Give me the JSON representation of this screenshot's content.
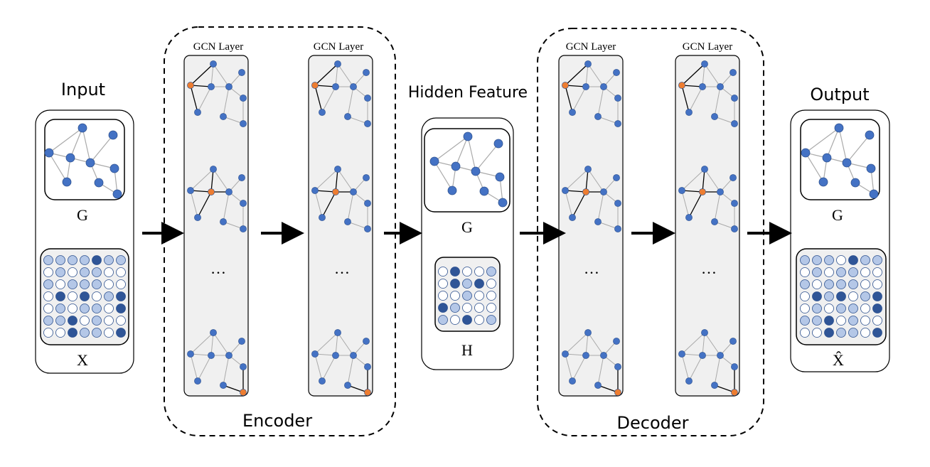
{
  "labels": {
    "input": "Input",
    "hidden": "Hidden Feature",
    "output": "Output",
    "encoder": "Encoder",
    "decoder": "Decoder",
    "gcn_layer": "GCN Layer",
    "graph": "G",
    "features": "X",
    "hidden_features": "H",
    "reconstructed": "X̂",
    "ellipsis": "…"
  },
  "colors": {
    "node": "#4472c4",
    "node_center": "#ed7d31",
    "panel_fill": "#f0f0f0",
    "matrix_dark": "#2f5597",
    "matrix_light": "#b4c7e7",
    "matrix_empty": "#ffffff",
    "edge": "#aaaaaa",
    "edge_focus": "#000000",
    "arrow": "#000000"
  },
  "matrices": {
    "input_x": [
      "LLLLDLL",
      "ELELLEE",
      "LELLLEE",
      "EDEDELD",
      "ELELLED",
      "LLDELEE",
      "EEDLLED"
    ],
    "hidden_h": [
      "EDEEL",
      "EDLDE",
      "EELEE",
      "DLEEE",
      "LEDEL"
    ],
    "output_x": [
      "LLLEDLL",
      "ELELLEE",
      "LELLLEE",
      "EDLDELD",
      "ELELLED",
      "LLDELEE",
      "EEDLLED"
    ]
  }
}
